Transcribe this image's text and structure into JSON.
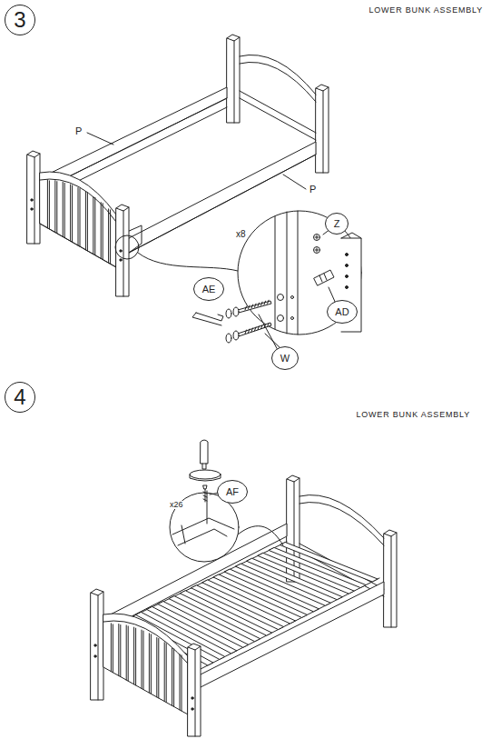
{
  "diagram": {
    "nodes": [
      {
        "text": [
          "3"
        ]
      },
      {
        "text": [
          "AE"
        ]
      },
      {
        "text": [
          "Z"
        ]
      },
      {
        "text": [
          "AD"
        ]
      },
      {
        "text": [
          "W"
        ]
      },
      {
        "text": [
          "4"
        ]
      },
      {
        "text": [
          "AF"
        ]
      }
    ],
    "labels": [
      "LOWER BUNK ASSEMBLY",
      "P",
      "P",
      "x8",
      "LOWER BUNK ASSEMBLY",
      "x26"
    ]
  }
}
